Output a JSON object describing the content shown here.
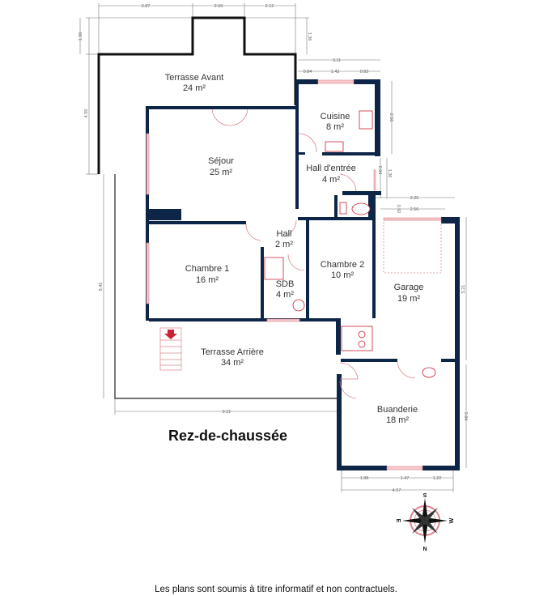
{
  "plan": {
    "title": "Rez-de-chaussée",
    "disclaimer": "Les plans sont soumis à titre informatif et non contractuels.",
    "rooms": [
      {
        "name": "Terrasse Avant",
        "area": "24 m²"
      },
      {
        "name": "Séjour",
        "area": "25 m²"
      },
      {
        "name": "Cuisine",
        "area": "8 m²"
      },
      {
        "name": "Hall d'entrée",
        "area": "4 m²"
      },
      {
        "name": "Hall",
        "area": "2 m²"
      },
      {
        "name": "Chambre 1",
        "area": "16 m²"
      },
      {
        "name": "SDB",
        "area": "4 m²"
      },
      {
        "name": "Chambre 2",
        "area": "10 m²"
      },
      {
        "name": "Garage",
        "area": "19 m²"
      },
      {
        "name": "Terrasse Arrière",
        "area": "34 m²"
      },
      {
        "name": "Buanderie",
        "area": "18 m²"
      }
    ],
    "dimensions": {
      "top_left": "3.87",
      "top_mid": "2.09",
      "top_right": "2.12",
      "front_left_depth": "1.36",
      "front_right_depth": "1.36",
      "left_front": "4.55",
      "kitchen_width": "3.11",
      "kitchen_a": "0.84",
      "kitchen_win": "1.43",
      "kitchen_b": "0.83",
      "kitchen_depth": "2.56",
      "entry_a": "0.94",
      "entry_b": "1.36",
      "garage_outer": "3.25",
      "garage_inner": "2.56",
      "garage_small": "0.92",
      "garage_depth": "5.21",
      "left_back": "8.45",
      "back_width": "9.21",
      "laundry_depth": "3.84",
      "laundry_a": "1.88",
      "laundry_win": "1.47",
      "laundry_b": "1.22",
      "laundry_width": "4.57"
    },
    "compass": {
      "n": "N",
      "s": "S",
      "e": "E",
      "w": "W"
    },
    "colors": {
      "wall": "#0d2547",
      "fixture": "#cc2233",
      "window": "#f6c9cc"
    }
  }
}
